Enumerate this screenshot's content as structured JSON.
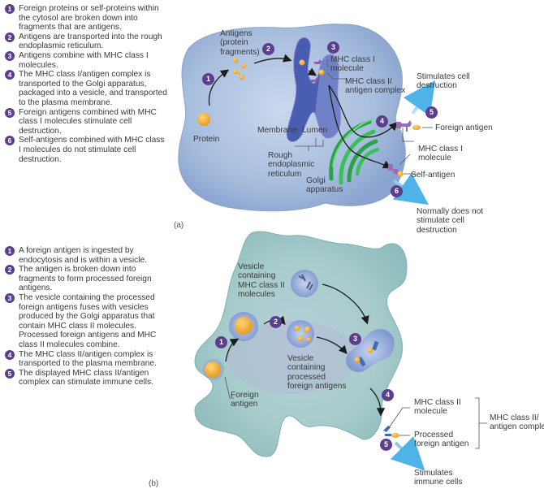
{
  "colors": {
    "badge": "#5b3f8e",
    "cell_a": "#a9bedd",
    "cell_b": "#a9cfcf",
    "er": "#3f57b0",
    "golgi": "#2fa84a",
    "antigen": "#f0b040",
    "arrow_blue": "#6fc3ec",
    "mhc_purple": "#9a6cc0",
    "mhc_blue": "#3b6fb3"
  },
  "panel_a": {
    "label": "(a)",
    "steps": [
      {
        "num": "1",
        "text": "Foreign proteins or self-proteins within the cytosol are broken down into fragments that are antigens."
      },
      {
        "num": "2",
        "text": "Antigens are transported into the rough endoplasmic reticulum."
      },
      {
        "num": "3",
        "text": "Antigens combine with MHC class I molecules."
      },
      {
        "num": "4",
        "text": "The MHC class I/antigen complex is transported to the Golgi apparatus, packaged into a vesicle, and transported to the plasma membrane."
      },
      {
        "num": "5",
        "text": "Foreign antigens combined with MHC class I molecules stimulate cell destruction."
      },
      {
        "num": "6",
        "text": "Self-antigens combined with MHC class I molecules do not stimulate cell destruction."
      }
    ],
    "labels": {
      "antigens_1": "Antigens",
      "antigens_2": "(protein",
      "antigens_3": "fragments)",
      "protein": "Protein",
      "membrane": "Membrane",
      "lumen": "Lumen",
      "rer_1": "Rough",
      "rer_2": "endoplasmic",
      "rer_3": "reticulum",
      "golgi_1": "Golgi",
      "golgi_2": "apparatus",
      "mhc1_mol_1": "MHC class I",
      "mhc1_mol_2": "molecule",
      "mhc1_complex_1": "MHC class I/",
      "mhc1_complex_2": "antigen complex",
      "stim_1": "Stimulates cell",
      "stim_2": "destruction",
      "foreign_antigen": "Foreign antigen",
      "mhc1_surface_1": "MHC class I",
      "mhc1_surface_2": "molecule",
      "self_antigen": "Self-antigen",
      "normally_1": "Normally does not",
      "normally_2": "stimulate cell",
      "normally_3": "destruction"
    },
    "callouts": [
      "1",
      "2",
      "3",
      "4",
      "5",
      "6"
    ]
  },
  "panel_b": {
    "label": "(b)",
    "steps": [
      {
        "num": "1",
        "text": "A foreign antigen is ingested by endocytosis and is within a vesicle."
      },
      {
        "num": "2",
        "text": "The antigen is broken down into fragments to form processed foreign antigens."
      },
      {
        "num": "3",
        "text": "The vesicle containing the processed foreign antigens fuses with vesicles produced by the Golgi apparatus that contain MHC class II molecules. Processed foreign antigens and MHC class II molecules combine."
      },
      {
        "num": "4",
        "text": "The MHC class II/antigen complex is transported to the plasma membrane."
      },
      {
        "num": "5",
        "text": "The displayed MHC class II/antigen complex can stimulate immune cells."
      }
    ],
    "labels": {
      "vesicle_mhc2_1": "Vesicle",
      "vesicle_mhc2_2": "containing",
      "vesicle_mhc2_3": "MHC class II",
      "vesicle_mhc2_4": "molecules",
      "vesicle_proc_1": "Vesicle",
      "vesicle_proc_2": "containing",
      "vesicle_proc_3": "processed",
      "vesicle_proc_4": "foreign antigens",
      "foreign_antigen_1": "Foreign",
      "foreign_antigen_2": "antigen",
      "mhc2_mol_1": "MHC class II",
      "mhc2_mol_2": "molecule",
      "processed_1": "Processed",
      "processed_2": "foreign antigen",
      "mhc2_complex_1": "MHC class II/",
      "mhc2_complex_2": "antigen complex",
      "stim_1": "Stimulates",
      "stim_2": "immune cells"
    },
    "callouts": [
      "1",
      "2",
      "3",
      "4",
      "5"
    ]
  }
}
